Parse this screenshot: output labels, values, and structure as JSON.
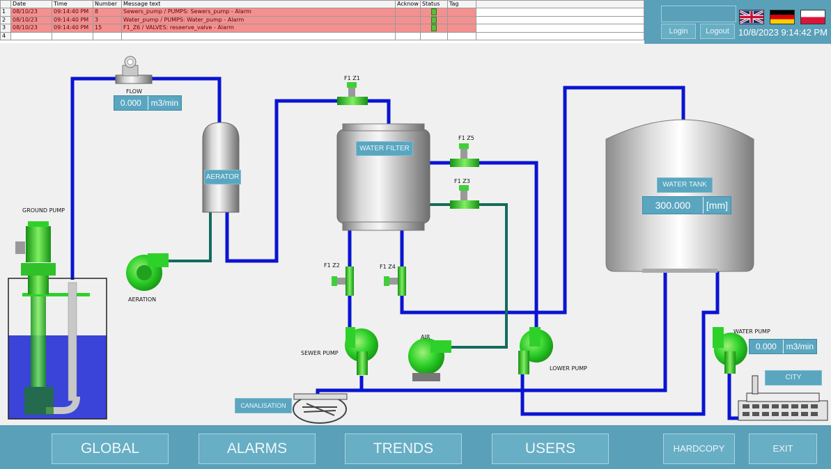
{
  "alarm_table": {
    "columns": [
      "Date",
      "Time",
      "Number",
      "Message text",
      "Acknow",
      "Status",
      "Tag"
    ],
    "rows": [
      {
        "index": "1",
        "date": "08/10/23",
        "time": "09:14:40 PM",
        "number": "8",
        "message": "Sewers_pump / PUMPS: Sewers_pump - Alarm"
      },
      {
        "index": "2",
        "date": "08/10/23",
        "time": "09:14:40 PM",
        "number": "3",
        "message": "Water_pump / PUMPS: Water_pump - Alarm"
      },
      {
        "index": "3",
        "date": "08/10/23",
        "time": "09:14:40 PM",
        "number": "15",
        "message": "F1_Z6 / VALVES: reseerve_valve - Alarm"
      }
    ],
    "empty_row_index": "4"
  },
  "header": {
    "login_label": "Login",
    "logout_label": "Logout",
    "datetime": "10/8/2023 9:14:42 PM"
  },
  "process": {
    "flow_label": "FLOW",
    "flow_value": "0.000",
    "flow_unit": "m3/min",
    "ground_pump_label": "GROUND PUMP",
    "aerator_label": "AERATOR",
    "aeration_label": "AERATION",
    "water_filter_label": "WATER FILTER",
    "valve_z1": "F1 Z1",
    "valve_z2": "F1 Z2",
    "valve_z3": "F1 Z3",
    "valve_z4": "F1 Z4",
    "valve_z5": "F1 Z5",
    "sewer_pump_label": "SEWER PUMP",
    "air_label": "AIR",
    "lower_pump_label": "LOWER PUMP",
    "canalisation_label": "CANALISATION",
    "water_tank_label": "WATER TANK",
    "water_tank_value": "300.000",
    "water_tank_unit": "[mm]",
    "water_pump_label": "WATER PUMP",
    "water_pump_value": "0.000",
    "water_pump_unit": "m3/min",
    "city_label": "CITY"
  },
  "nav": {
    "global": "GLOBAL",
    "alarms": "ALARMS",
    "trends": "TRENDS",
    "users": "USERS",
    "hardcopy": "HARDCOPY",
    "exit": "EXIT"
  },
  "colors": {
    "pipe_blue": "#0a14d2",
    "pipe_teal": "#136b5c",
    "pump_green": "#2ed12a",
    "panel_blue": "#5aa0b8",
    "alarm_red": "#f49090",
    "tank_water": "#3a44d8"
  }
}
